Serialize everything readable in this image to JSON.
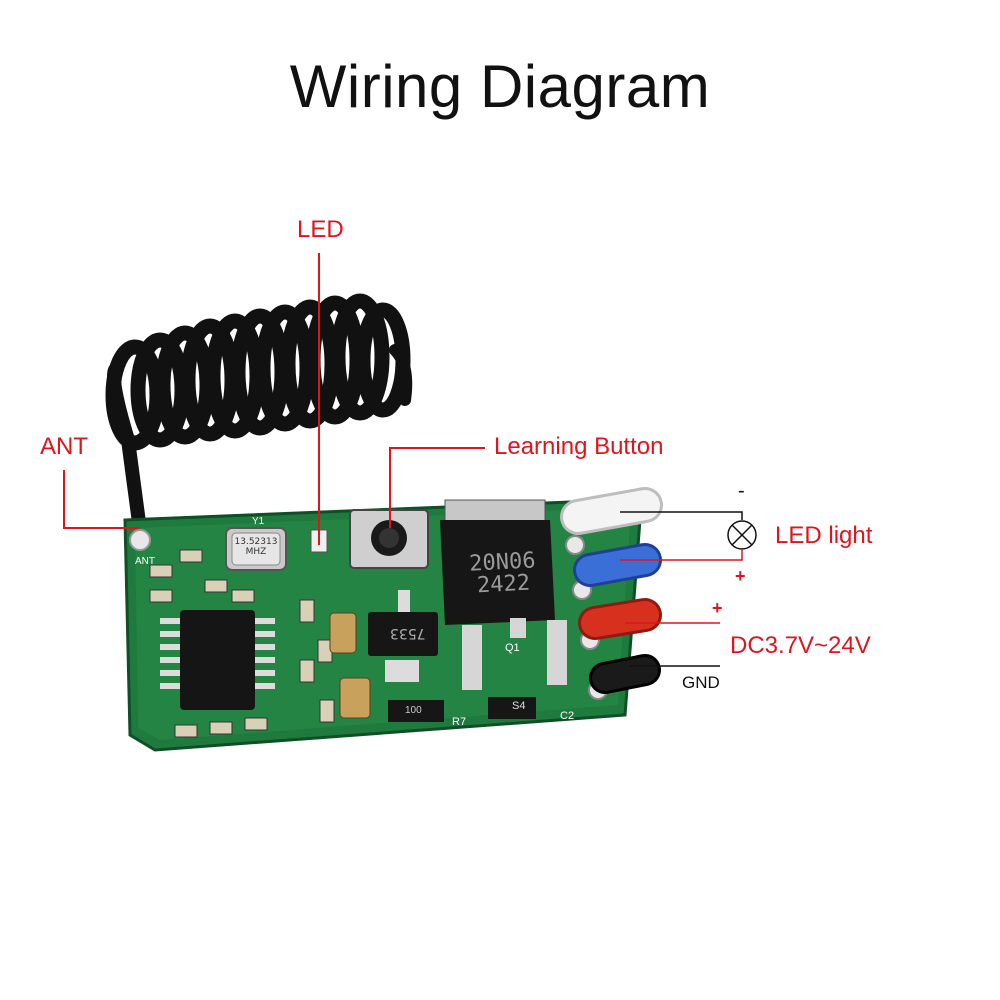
{
  "title": "Wiring Diagram",
  "labels": {
    "led": "LED",
    "ant": "ANT",
    "learning_button": "Learning Button",
    "led_light": "LED light",
    "dc_range": "DC3.7V~24V",
    "gnd": "GND",
    "minus": "-",
    "plus_led": "+",
    "plus_dc": "+"
  },
  "board": {
    "crystal_line1": "13.52313",
    "crystal_line2": "MHZ",
    "mosfet_line1": "20N06",
    "mosfet_line2": "2422",
    "regulator": "7533",
    "q1": "Q1",
    "s4": "S4",
    "r7": "R7",
    "c2": "C2",
    "chip_100": "100",
    "y1": "Y1",
    "silk_ant": "ANT"
  },
  "colors": {
    "accent_red": "#e0141c",
    "pcb_green": "#1f7a3e",
    "wire_white": "#f4f4f4",
    "wire_blue": "#3a6fd8",
    "wire_red": "#d8301e",
    "wire_black": "#1a1a1a"
  }
}
